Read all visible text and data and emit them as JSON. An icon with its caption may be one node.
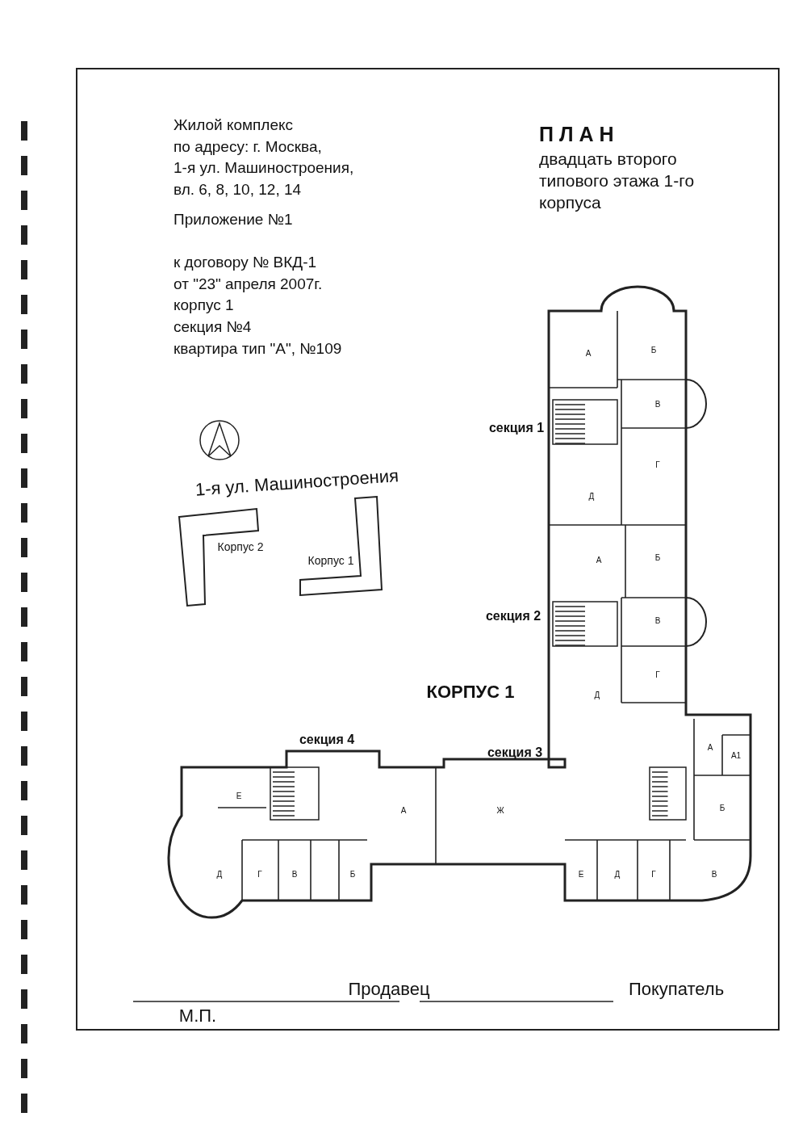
{
  "diagram": {
    "title": "ПЛАН двадцать второго типового этажа 1-го корпуса",
    "labels": [
      "Жилой комплекс",
      "по адресу: г. Москва,",
      "1-я ул. Машиностроения,",
      "вл. 6, 8, 10, 12, 14",
      "Приложение №1",
      "к договору № ВКД-1",
      "от \"23\" апреля 2007г.",
      "корпус 1",
      "секция №4",
      "квартира тип \"А\",  №109",
      "1-я ул. Машиностроения",
      "Корпус 2",
      "Корпус 1",
      "секция 1",
      "А",
      "Б",
      "В",
      "Г",
      "Д",
      "секция 2",
      "А",
      "Б",
      "В",
      "Г",
      "Д",
      "КОРПУС 1",
      "секция 4",
      "секция 3",
      "Е",
      "А",
      "Д",
      "Г",
      "В",
      "Б",
      "А",
      "А1",
      "Ж",
      "Б",
      "Е",
      "Д",
      "Г",
      "В",
      "Продавец",
      "Покупатель",
      "М.П."
    ]
  }
}
